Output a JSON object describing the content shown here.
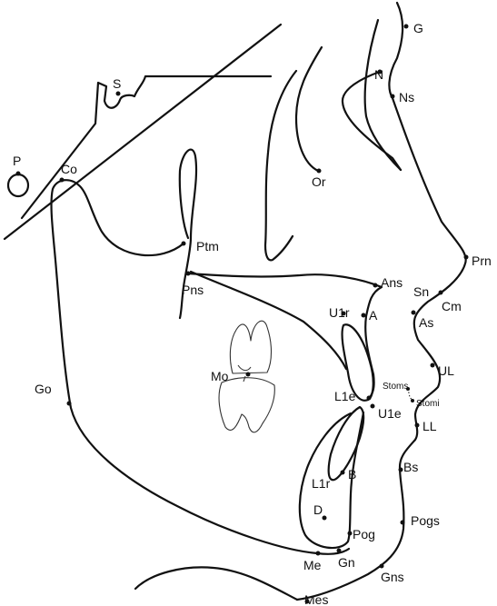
{
  "landmarks": {
    "G": "G",
    "N": "N",
    "Ns": "Ns",
    "S": "S",
    "P": "P",
    "Co": "Co",
    "Or": "Or",
    "Ptm": "Ptm",
    "Prn": "Prn",
    "Ans": "Ans",
    "Sn": "Sn",
    "Pns": "Pns",
    "Cm": "Cm",
    "U1r": "U1r",
    "A": "A",
    "As": "As",
    "UL": "UL",
    "Mo": "Mo",
    "Go": "Go",
    "Stoms": "Stoms",
    "L1e": "L1e",
    "Stomi": "Stomi",
    "U1e": "U1e",
    "LL": "LL",
    "Bs": "Bs",
    "B": "B",
    "L1r": "L1r",
    "D": "D",
    "Pogs": "Pogs",
    "Pog": "Pog",
    "Me": "Me",
    "Gn": "Gn",
    "Gns": "Gns",
    "Mes": "Mes"
  },
  "colors": {
    "stroke": "#111111",
    "background": "#ffffff"
  }
}
